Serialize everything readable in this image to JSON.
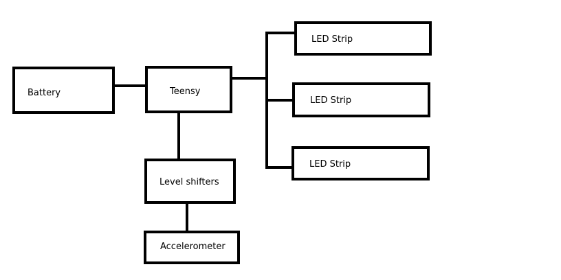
{
  "diagram": {
    "blocks": {
      "battery": "Battery",
      "teensy": "Teensy",
      "level_shifters": "Level shifters",
      "accelerometer": "Accelerometer",
      "led_strip_1": "LED Strip",
      "led_strip_2": "LED Strip",
      "led_strip_3": "LED Strip"
    },
    "connections": [
      [
        "battery",
        "teensy"
      ],
      [
        "teensy",
        "led_strip_1"
      ],
      [
        "teensy",
        "led_strip_2"
      ],
      [
        "teensy",
        "led_strip_3"
      ],
      [
        "teensy",
        "level_shifters"
      ],
      [
        "level_shifters",
        "accelerometer"
      ]
    ],
    "colors": {
      "line": "#000000",
      "background": "#ffffff"
    }
  }
}
